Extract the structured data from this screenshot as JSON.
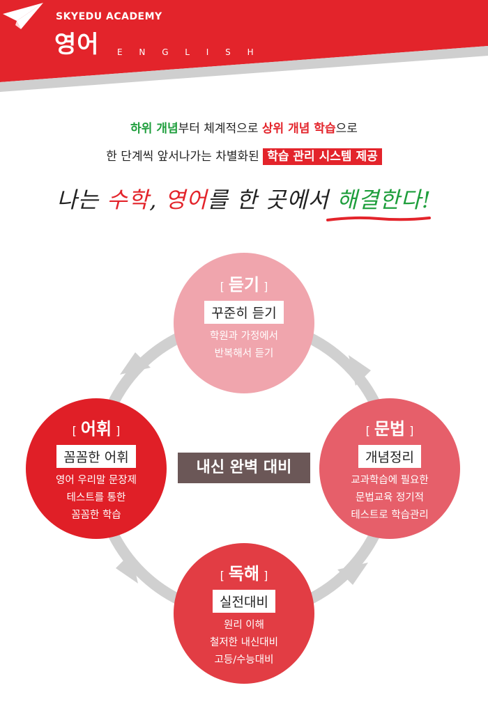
{
  "header": {
    "brand": "SKYEDU ACADEMY",
    "title": "영어",
    "title_en": "E N G L I S H",
    "icon": "paper-plane-icon",
    "colors": {
      "banner": "#e3242b",
      "stripe": "#c8c8c8"
    }
  },
  "intro": {
    "line1": {
      "p1": "하위 개념",
      "p2": "부터 체계적으로 ",
      "p3": "상위 개념 학습",
      "p4": "으로"
    },
    "line2": {
      "p1": "한 단계씩 앞서나가는 차별화된 ",
      "p2": "학습 관리 시스템 제공"
    }
  },
  "slogan": {
    "p1": "나는 ",
    "p2": "수학",
    "p3": ", ",
    "p4": "영어",
    "p5": "를 한 곳에서 ",
    "p6": "해결한다!"
  },
  "cycle": {
    "center": "내신 완벽 대비",
    "nodes": {
      "listening": {
        "bracket_open": "[",
        "title": "듣기",
        "bracket_close": "]",
        "tag": "꾸준히 듣기",
        "desc1": "학원과 가정에서",
        "desc2": "반복해서 듣기"
      },
      "grammar": {
        "bracket_open": "[",
        "title": "문법",
        "bracket_close": "]",
        "tag": "개념정리",
        "desc1": "교과학습에 필요한",
        "desc2": "문법교육 정기적",
        "desc3": "테스트로 학습관리"
      },
      "reading": {
        "bracket_open": "[",
        "title": "독해",
        "bracket_close": "]",
        "tag": "실전대비",
        "desc1": "원리 이해",
        "desc2": "철저한 내신대비",
        "desc3": "고등/수능대비"
      },
      "vocab": {
        "bracket_open": "[",
        "title": "어휘",
        "bracket_close": "]",
        "tag": "꼼꼼한 어휘",
        "desc1": "영어 우리말 문장제",
        "desc2": "테스트를 통한",
        "desc3": "꼼꼼한 학습"
      }
    },
    "colors": {
      "listening": "#f0a5ad",
      "grammar": "#e65f6a",
      "reading": "#e23d44",
      "vocab": "#e01f27",
      "center": "#6b5757",
      "ring": "#d0d0d0"
    }
  }
}
